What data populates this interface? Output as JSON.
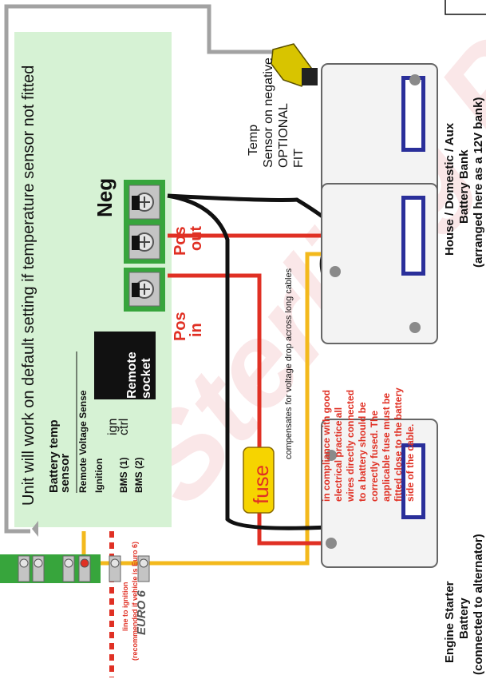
{
  "watermark": "Sterling Power",
  "panel": {
    "default_note": "Unit will work on default setting if temperature sensor not fitted",
    "terminals": {
      "neg": "Neg",
      "pos_out": [
        "Pos",
        "out"
      ],
      "pos_in": [
        "Pos",
        "in"
      ]
    },
    "connector_labels": {
      "battery_temp": [
        "Battery temp",
        "sensor"
      ],
      "remote_voltage_sense": "Remote Voltage Sense",
      "ignition": "Ignition",
      "bms1": "BMS (1)",
      "bms2": "BMS (2)",
      "ign_ctrl": [
        "ign",
        "ctrl"
      ],
      "remote_socket": [
        "Remote",
        "socket"
      ]
    }
  },
  "fuse_label": "fuse",
  "compensation_note": "compensates for voltage drop across long cables",
  "temp_sensor_note": [
    "Temp",
    "Sensor on negative",
    "OPTIONAL",
    "FIT"
  ],
  "ignition_note": [
    "line to ignition",
    "(recommended if vehicle is Euro 6)"
  ],
  "euro_badge": "EURO 6",
  "compliance_note": [
    "in compliance with good",
    "electrical practice all",
    "wires directly connected",
    "to a battery should be",
    "correctly fused. The",
    "applicable fuse must be",
    "fitted close to the battery",
    "side of the cable."
  ],
  "house_bank": [
    "House / Domestic / Aux",
    "Battery Bank",
    "(arranged here as a 12V bank)"
  ],
  "starter_battery": [
    "Engine Starter",
    "Battery",
    "(connected to alternator)"
  ],
  "colors": {
    "panel": "#d6f2d4",
    "terminal": "#37a53c",
    "red_wire": "#e03024",
    "black_wire": "#111111",
    "yellow_wire": "#f3b91c",
    "grey_wire": "#a2a2a2",
    "fuse_fill": "#f6d400",
    "label_red": "#e03024",
    "battery_screen": "#2a2f9a"
  }
}
